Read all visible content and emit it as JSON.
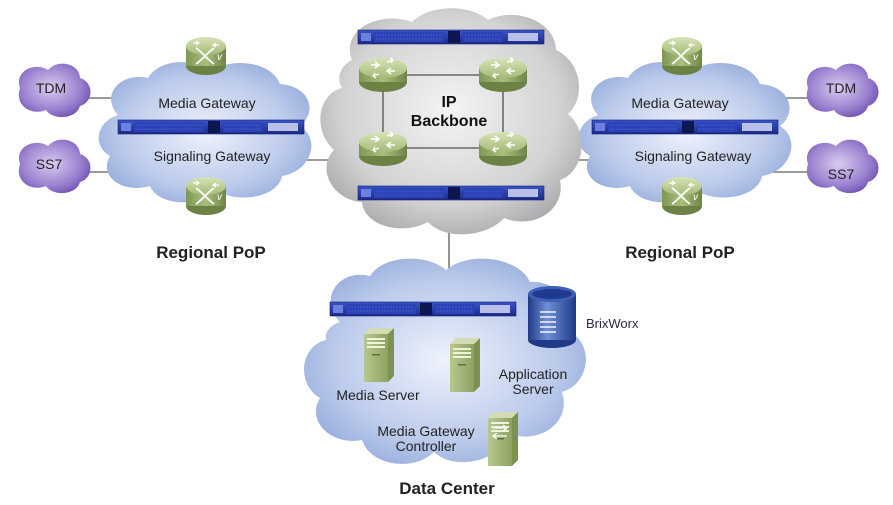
{
  "backbone": {
    "label_line1": "IP",
    "label_line2": "Backbone"
  },
  "left_pop": {
    "title": "Regional PoP",
    "media_gateway": "Media Gateway",
    "signaling_gateway": "Signaling Gateway",
    "tdm": "TDM",
    "ss7": "SS7"
  },
  "right_pop": {
    "title": "Regional PoP",
    "media_gateway": "Media Gateway",
    "signaling_gateway": "Signaling Gateway",
    "tdm": "TDM",
    "ss7": "SS7"
  },
  "data_center": {
    "title": "Data Center",
    "media_server": "Media Server",
    "application_line1": "Application",
    "application_line2": "Server",
    "mgc_line1": "Media Gateway",
    "mgc_line2": "Controller",
    "database": "BrixWorx"
  },
  "colors": {
    "backbone_cloud": "#c6c6c8",
    "pop_cloud": "#a9bde6",
    "tdm_cloud": "#8c6fc6",
    "router": "#98ad6e",
    "rack": "#2a3fa8",
    "database": "#2f4f9e"
  },
  "icons": [
    "router-icon",
    "gateway-switch-icon",
    "rack-appliance-icon",
    "server-tower-icon",
    "database-icon",
    "cloud-icon"
  ]
}
